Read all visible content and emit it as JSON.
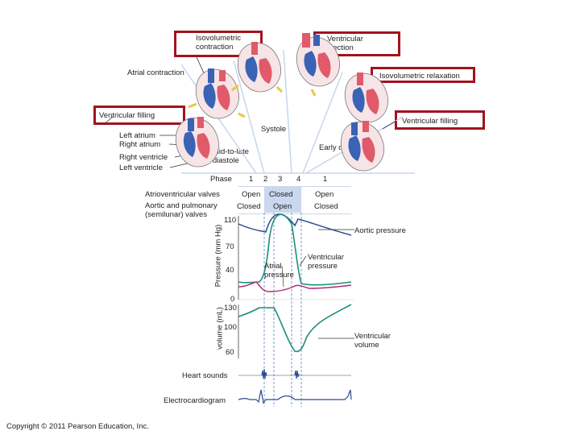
{
  "phase_boxes": {
    "isovolumetric_contraction": "Isovolumetric\ncontraction",
    "ventricular_ejection": "Ventricular\nejection",
    "isovolumetric_relaxation": "Isovolumetric relaxation",
    "ventricular_filling_left": "Ventricular filling",
    "ventricular_filling_right": "Ventricular filling"
  },
  "labels": {
    "atrial_contraction": "Atrial contraction",
    "systole": "Systole",
    "early_diastole": "Early diastole",
    "mid_late_diastole": "Mid-to-late\ndiastole",
    "left_atrium": "Left atrium",
    "right_atrium": "Right atrium",
    "right_ventricle": "Right ventricle",
    "left_ventricle": "Left ventricle"
  },
  "phase_row": {
    "label": "Phase",
    "numbers": [
      "1",
      "2",
      "3",
      "4",
      "1"
    ]
  },
  "valve_table": {
    "av_label": "Atrioventricular valves",
    "semilunar_label": "Aortic and pulmonary\n(semilunar) valves",
    "av_states": [
      "Open",
      "Closed",
      "Open"
    ],
    "semilunar_states": [
      "Closed",
      "Open",
      "Closed"
    ]
  },
  "pressure_graph": {
    "axis_label": "Pressure (mm Hg)",
    "ticks": [
      "110",
      "70",
      "40",
      "0"
    ],
    "annotations": {
      "aortic_pressure": "Aortic pressure",
      "atrial_pressure": "Atrial\npressure",
      "ventricular_pressure": "Ventricular\npressure"
    }
  },
  "volume_graph": {
    "axis_label": "volume (mL)",
    "ticks": [
      "130",
      "100",
      "60"
    ],
    "annotation": "Ventricular\nvolume"
  },
  "heart_sounds_label": "Heart sounds",
  "ecg_label": "Electrocardiogram",
  "copyright": "Copyright © 2011 Pearson Education, Inc.",
  "colors": {
    "box_border": "#a3121f",
    "aortic": "#2a4d8f",
    "ventricular": "#1a8f7a",
    "atrial": "#b0307a",
    "shade": "#c9d8ee",
    "oxygenated": "#e05a6a",
    "deoxygenated": "#3a62b5"
  }
}
